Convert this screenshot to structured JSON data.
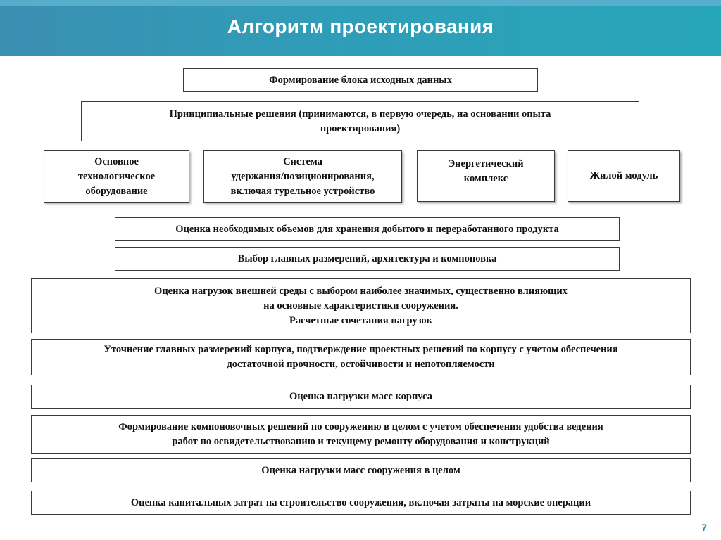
{
  "title": "Алгоритм проектирования",
  "page_number": "7",
  "steps": {
    "source_data": "Формирование блока исходных данных",
    "principal_decisions": "Принципиальные решения (принимаются, в первую очередь, на основании опыта\nпроектирования)",
    "equipment": "Основное\nтехнологическое\nоборудование",
    "mooring_system": "Система\nудержания/позиционирования,\nвключая турельное устройство",
    "energy_complex": "Энергетический\nкомплекс",
    "living_module": "Жилой модуль",
    "storage_volume": "Оценка необходимых объемов для хранения добытого и переработанного продукта",
    "main_dimensions": "Выбор главных размерений, архитектура и компоновка",
    "environment_loads": "Оценка нагрузок внешней среды с выбором наиболее значимых, существенно влияющих\nна основные характеристики сооружения.\nРасчетные сочетания нагрузок",
    "hull_refinement": "Уточнение главных размерений корпуса, подтверждение проектных решений по корпусу с учетом обеспечения\nдостаточной прочности, остойчивости и непотопляемости",
    "hull_mass": "Оценка нагрузки масс корпуса",
    "layout_solutions": "Формирование компоновочных решений по сооружению в целом с учетом обеспечения удобства ведения\nработ по освидетельствованию и текущему ремонту оборудования и конструкций",
    "structure_mass": "Оценка нагрузки масс сооружения в целом",
    "capital_costs": "Оценка капитальных затрат на строительство сооружения, включая затраты на морские операции"
  }
}
